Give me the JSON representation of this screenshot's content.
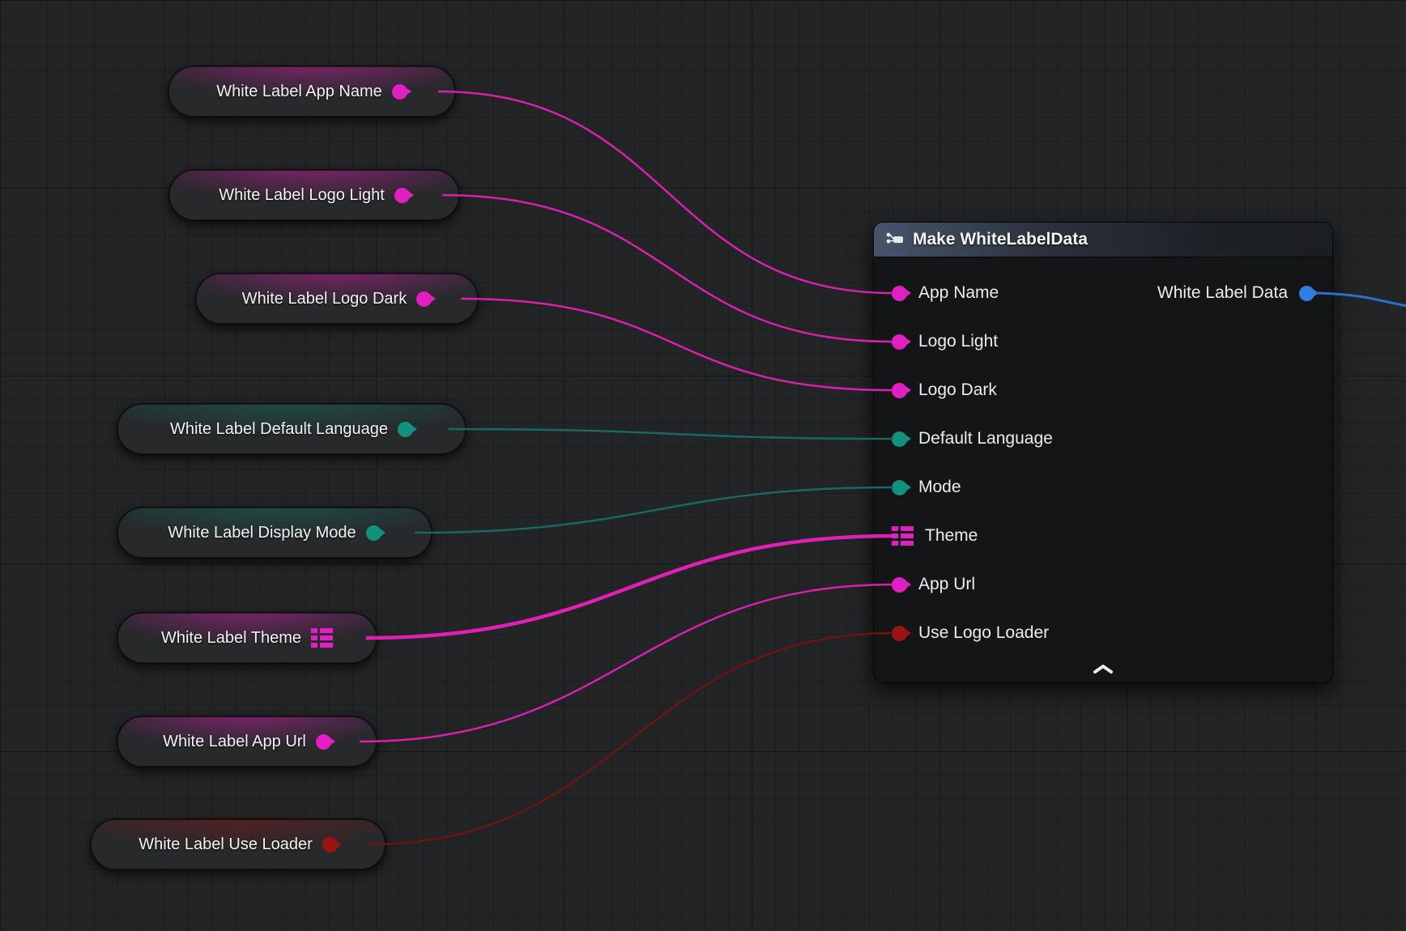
{
  "graph": {
    "getter_nodes": [
      {
        "label": "White Label App Name",
        "pin_type": "string",
        "pin_color": "#e21fc3"
      },
      {
        "label": "White Label Logo Light",
        "pin_type": "string",
        "pin_color": "#e21fc3"
      },
      {
        "label": "White Label Logo Dark",
        "pin_type": "string",
        "pin_color": "#e21fc3"
      },
      {
        "label": "White Label Default Language",
        "pin_type": "enum",
        "pin_color": "#12917e"
      },
      {
        "label": "White Label Display Mode",
        "pin_type": "enum",
        "pin_color": "#12917e"
      },
      {
        "label": "White Label Theme",
        "pin_type": "struct",
        "pin_color": "#e21fc3"
      },
      {
        "label": "White Label App Url",
        "pin_type": "string",
        "pin_color": "#e21fc3"
      },
      {
        "label": "White Label Use Loader",
        "pin_type": "boolean",
        "pin_color": "#9a1414"
      }
    ],
    "make_node": {
      "title": "Make WhiteLabelData",
      "inputs": [
        {
          "label": "App Name",
          "pin_type": "string",
          "pin_color": "#e21fc3"
        },
        {
          "label": "Logo Light",
          "pin_type": "string",
          "pin_color": "#e21fc3"
        },
        {
          "label": "Logo Dark",
          "pin_type": "string",
          "pin_color": "#e21fc3"
        },
        {
          "label": "Default Language",
          "pin_type": "enum",
          "pin_color": "#12917e"
        },
        {
          "label": "Mode",
          "pin_type": "enum",
          "pin_color": "#12917e"
        },
        {
          "label": "Theme",
          "pin_type": "struct",
          "pin_color": "#e21fc3"
        },
        {
          "label": "App Url",
          "pin_type": "string",
          "pin_color": "#e21fc3"
        },
        {
          "label": "Use Logo Loader",
          "pin_type": "boolean",
          "pin_color": "#9a1414"
        }
      ],
      "output": {
        "label": "White Label Data",
        "pin_type": "struct",
        "pin_color": "#2e7fe0"
      }
    },
    "colors": {
      "wire_string": "#d81fae",
      "wire_struct": "#e01fb6",
      "wire_enum": "#156b60",
      "wire_bool": "#6e1212",
      "wire_output": "#2d6fd0",
      "background": "#222425"
    }
  }
}
